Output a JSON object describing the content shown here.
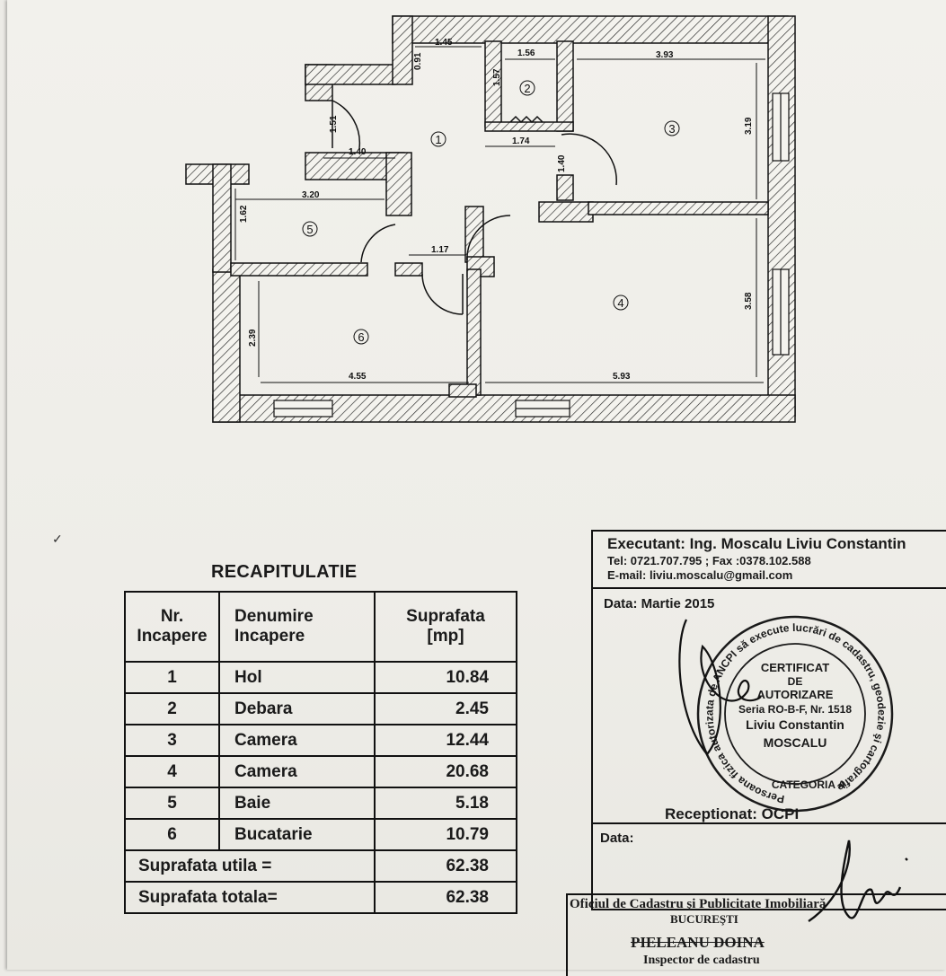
{
  "floorplan": {
    "room_numbers": [
      "1",
      "2",
      "3",
      "4",
      "5",
      "6"
    ],
    "dimensions": {
      "d_145": "1.45",
      "d_091": "0.91",
      "d_156": "1.56",
      "d_157": "1.57",
      "d_393": "3.93",
      "d_319": "3.19",
      "d_151": "1.51",
      "d_140a": "1.40",
      "d_174": "1.74",
      "d_140b": "1.40",
      "d_320": "3.20",
      "d_162": "1.62",
      "d_117": "1.17",
      "d_358": "3.58",
      "d_239": "2.39",
      "d_455": "4.55",
      "d_593": "5.93"
    }
  },
  "recap": {
    "title": "RECAPITULATIE",
    "headers": {
      "nr": "Nr.\nIncapere",
      "denumire": "Denumire\nIncapere",
      "suprafata": "Suprafata\n[mp]"
    },
    "rows": [
      {
        "nr": "1",
        "name": "Hol",
        "area": "10.84"
      },
      {
        "nr": "2",
        "name": "Debara",
        "area": "2.45"
      },
      {
        "nr": "3",
        "name": "Camera",
        "area": "12.44"
      },
      {
        "nr": "4",
        "name": "Camera",
        "area": "20.68"
      },
      {
        "nr": "5",
        "name": "Baie",
        "area": "5.18"
      },
      {
        "nr": "6",
        "name": "Bucatarie",
        "area": "10.79"
      }
    ],
    "util_label": "Suprafata utila =",
    "util_value": "62.38",
    "total_label": "Suprafata totala=",
    "total_value": "62.38"
  },
  "executant": {
    "name": "Executant: Ing. Moscalu Liviu Constantin",
    "phone": "Tel: 0721.707.795 ; Fax :0378.102.588",
    "email": "E-mail: liviu.moscalu@gmail.com",
    "date": "Data: Martie 2015"
  },
  "stamp": {
    "ring": "Persoana fizica autorizata de ANCPI să execute lucrări de cadastru, geodezie şi cartografie",
    "l1": "CERTIFICAT",
    "l2": "DE",
    "l3": "AUTORIZARE",
    "l4": "Seria RO-B-F, Nr. 1518",
    "l5": "Liviu Constantin",
    "l6": "MOSCALU",
    "l7": "CATEGORIA A"
  },
  "reception": {
    "label": "Receptionat: OCPI",
    "date": "Data:",
    "office": "Oficiul de Cadastru şi Publicitate Imobiliară",
    "city": "BUCUREŞTI",
    "inspector_name": "PIELEANU DOINA",
    "inspector_role": "Inspector de cadastru"
  },
  "colors": {
    "ink": "#111111",
    "paper": "#f0efea",
    "stamp_ink": "#1a1a1a"
  }
}
